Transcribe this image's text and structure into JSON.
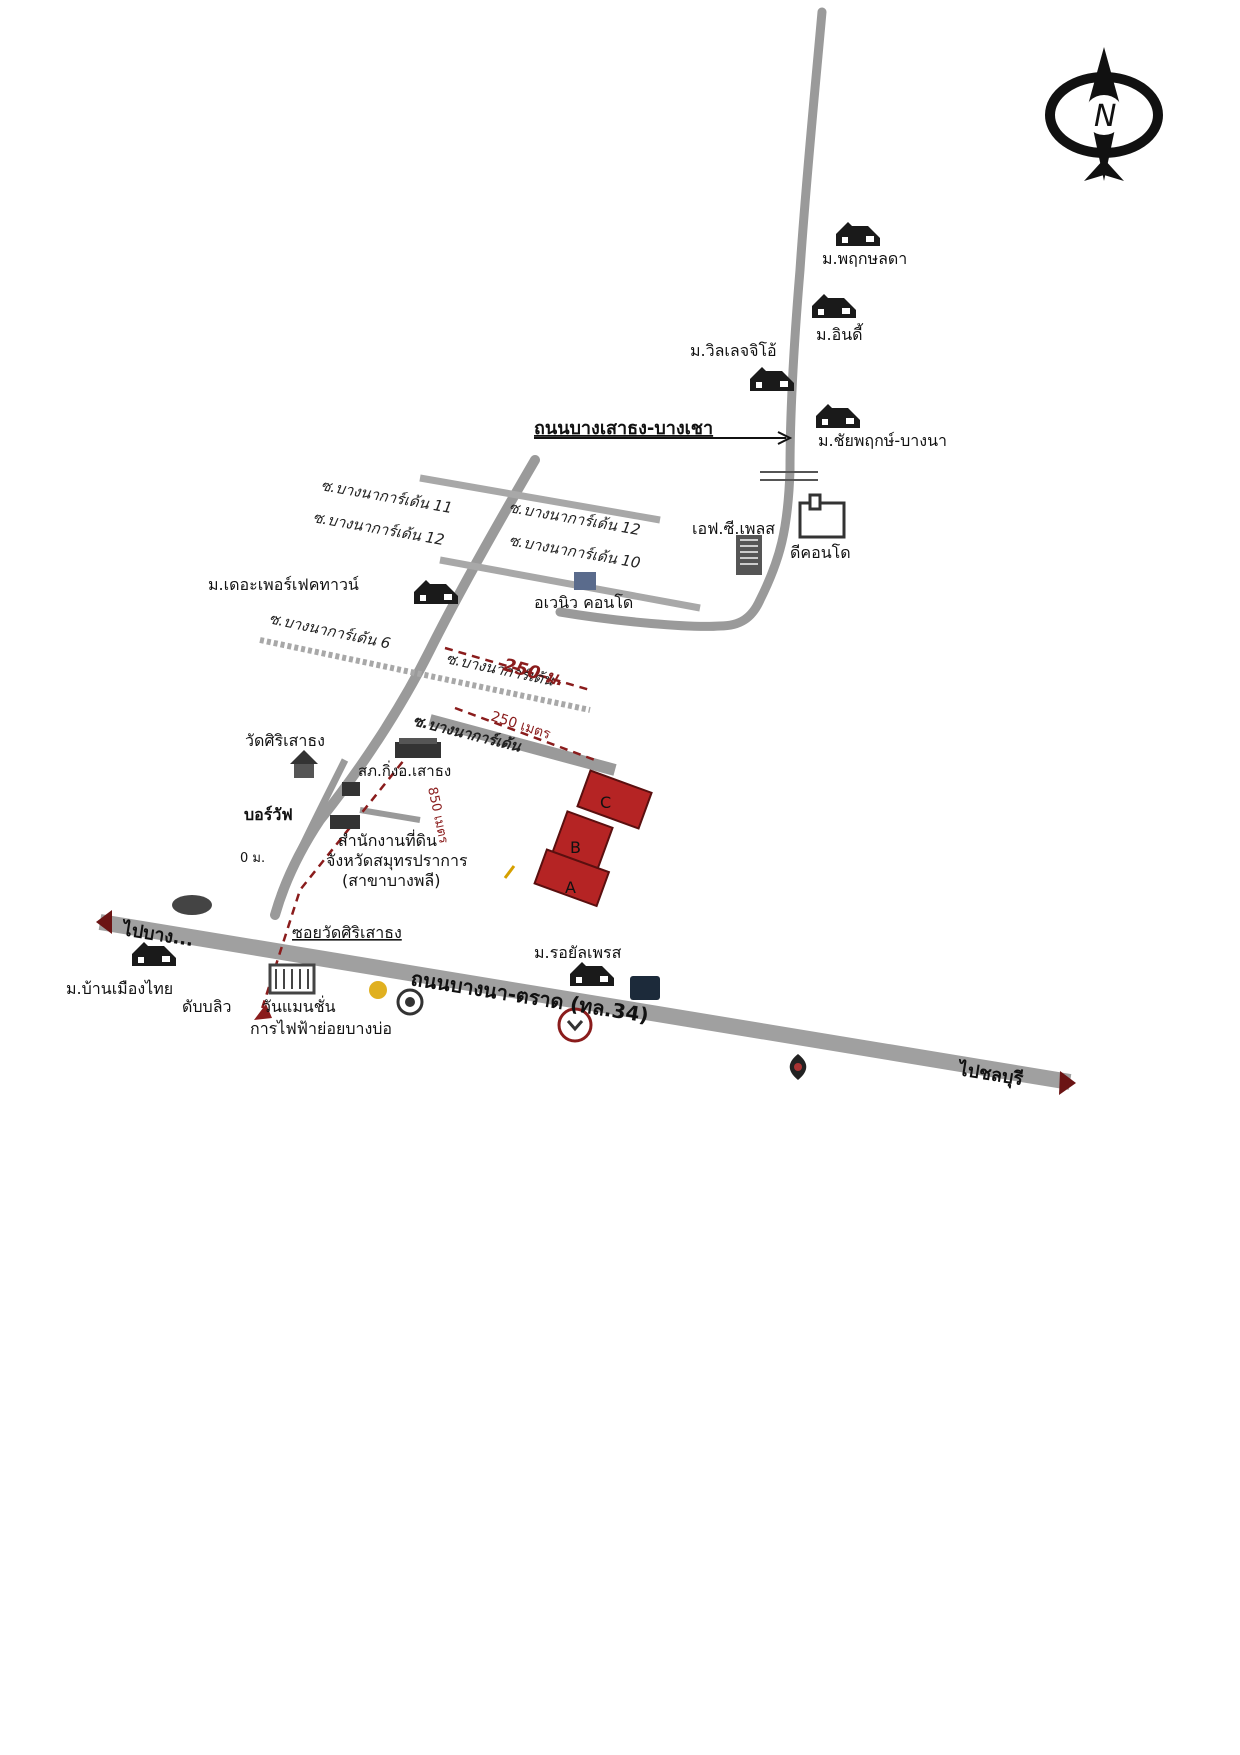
{
  "compass": {
    "letter": "N"
  },
  "roads": {
    "bangsaothong_bangchao": "ถนนบางเสาธง-บางเชา",
    "bangna_trat": "ถนนบางนา-ตราด (ทล.34)",
    "soi_wat": "ซอยวัดศิริเสาธง"
  },
  "directions": {
    "to_bangkok": "ไปบาง...",
    "to_chonburi": "ไปชลบุรี"
  },
  "sois": {
    "s11": "ซ.บางนาการ์เด้น 11",
    "s12": "ซ.บางนาการ์เด้น 12",
    "r12": "ซ.บางนาการ์เด้น 12",
    "r10": "ซ.บางนาการ์เด้น 10",
    "low_left": "ซ.บางนาการ์เด้น 6",
    "low_right": "ซ.บางนาการ์เด้น",
    "gate": "ซ.บางนาการ์เด้น"
  },
  "places": {
    "pruksalada": "ม.พฤกษลดา",
    "indy": "ม.อินดี้",
    "village_ii": "ม.วิลเลจจิโอ้",
    "chaiyaphruek": "ม.ชัยพฤกษ์-บางนา",
    "fc_place": "เอฟ.ซี.เพลส",
    "d_condo": "ดีคอนโด",
    "avenue_condo": "อเวนิว คอนโด",
    "perfect_town": "ม.เดอะเพอร์เฟคทาวน์",
    "wat": "วัดศิริเสาธง",
    "police": "สภ.กิ่งอ.เสาธง",
    "land_office_1": "สำนักงานที่ดิน",
    "land_office_2": "จังหวัดสมุทรปราการ",
    "land_office_3": "(สาขาบางพลี)",
    "border": "บอร์วัฟ",
    "dm": "0 ม.",
    "royal_place": "ม.รอยัลเพรส",
    "muang_thai": "ม.บ้านเมืองไทย",
    "dublin": "ดับบลิว",
    "wonder": "วันแมนชั่น",
    "pea": "การไฟฟ้าย่อยบางบ่อ"
  },
  "distances": {
    "d250m": "250 ม.",
    "d250meter": "250 เมตร",
    "d850meter": "850 เมตร"
  },
  "blocks": {
    "a": "A",
    "b": "B",
    "c": "C"
  },
  "colors": {
    "road": "#9a9a9a",
    "building": "#b52424",
    "dashed": "#8a1c1c"
  }
}
